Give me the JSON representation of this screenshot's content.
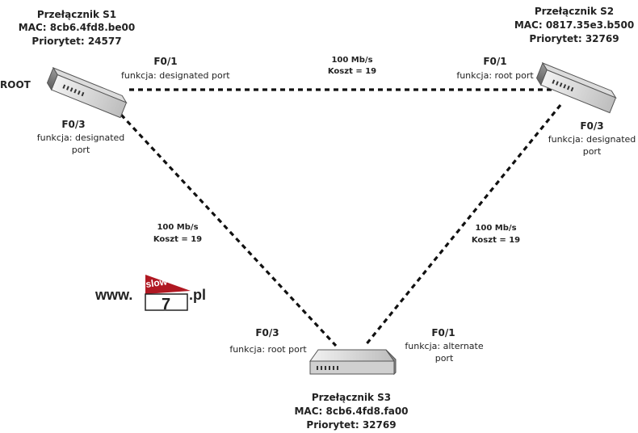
{
  "switches": {
    "s1": {
      "name": "Przełącznik S1",
      "mac": "MAC: 8cb6.4fd8.be00",
      "priority": "Priorytet: 24577",
      "tag": "ROOT"
    },
    "s2": {
      "name": "Przełącznik S2",
      "mac": "MAC: 0817.35e3.b500",
      "priority": "Priorytet: 32769"
    },
    "s3": {
      "name": "Przełącznik S3",
      "mac": "MAC: 8cb6.4fd8.fa00",
      "priority": "Priorytet: 32769"
    }
  },
  "ports": {
    "s1_f01": {
      "port": "F0/1",
      "role": "funkcja: designated port"
    },
    "s1_f03": {
      "port": "F0/3",
      "role_l1": "funkcja: designated",
      "role_l2": "port"
    },
    "s2_f01": {
      "port": "F0/1",
      "role": "funkcja: root port"
    },
    "s2_f03": {
      "port": "F0/3",
      "role_l1": "funkcja: designated",
      "role_l2": "port"
    },
    "s3_f03": {
      "port": "F0/3",
      "role": "funkcja: root port"
    },
    "s3_f01": {
      "port": "F0/1",
      "role_l1": "funkcja: alternate",
      "role_l2": "port"
    }
  },
  "links": {
    "s1_s2": {
      "speed": "100 Mb/s",
      "cost": "Koszt = 19"
    },
    "s1_s3": {
      "speed": "100 Mb/s",
      "cost": "Koszt = 19"
    },
    "s2_s3": {
      "speed": "100 Mb/s",
      "cost": "Koszt = 19"
    }
  },
  "watermark": {
    "prefix": "www.",
    "top": "slow",
    "num": "7",
    "suffix": ".pl"
  }
}
